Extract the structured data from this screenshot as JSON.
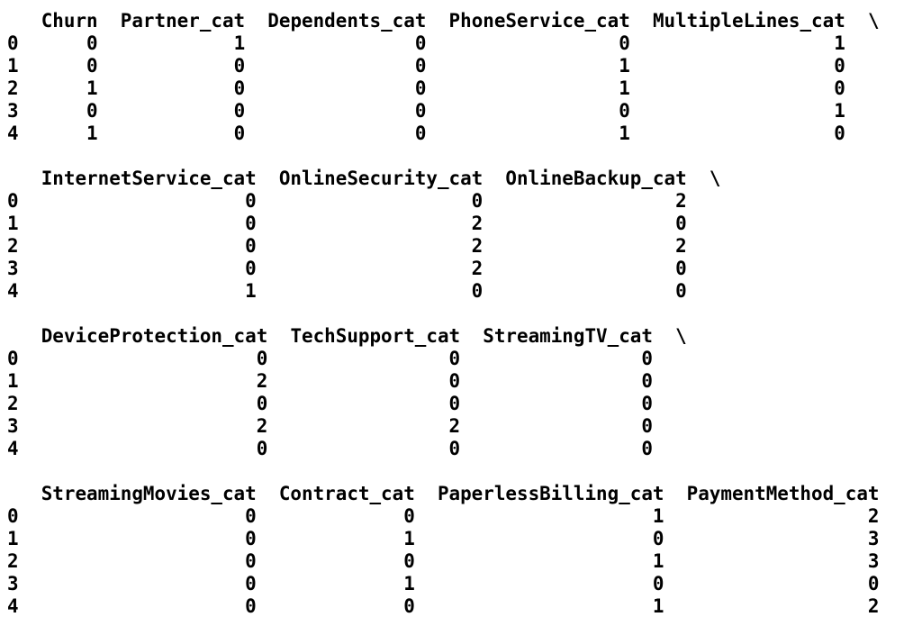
{
  "index": [
    "0",
    "1",
    "2",
    "3",
    "4"
  ],
  "continuation_marker": "\\",
  "blocks": [
    {
      "columns": [
        "Churn",
        "Partner_cat",
        "Dependents_cat",
        "PhoneService_cat",
        "MultipleLines_cat"
      ],
      "rows": [
        [
          "0",
          "1",
          "0",
          "0",
          "1"
        ],
        [
          "0",
          "0",
          "0",
          "1",
          "0"
        ],
        [
          "1",
          "0",
          "0",
          "1",
          "0"
        ],
        [
          "0",
          "0",
          "0",
          "0",
          "1"
        ],
        [
          "1",
          "0",
          "0",
          "1",
          "0"
        ]
      ],
      "continued": true
    },
    {
      "columns": [
        "InternetService_cat",
        "OnlineSecurity_cat",
        "OnlineBackup_cat"
      ],
      "rows": [
        [
          "0",
          "0",
          "2"
        ],
        [
          "0",
          "2",
          "0"
        ],
        [
          "0",
          "2",
          "2"
        ],
        [
          "0",
          "2",
          "0"
        ],
        [
          "1",
          "0",
          "0"
        ]
      ],
      "continued": true
    },
    {
      "columns": [
        "DeviceProtection_cat",
        "TechSupport_cat",
        "StreamingTV_cat"
      ],
      "rows": [
        [
          "0",
          "0",
          "0"
        ],
        [
          "2",
          "0",
          "0"
        ],
        [
          "0",
          "0",
          "0"
        ],
        [
          "2",
          "2",
          "0"
        ],
        [
          "0",
          "0",
          "0"
        ]
      ],
      "continued": true
    },
    {
      "columns": [
        "StreamingMovies_cat",
        "Contract_cat",
        "PaperlessBilling_cat",
        "PaymentMethod_cat"
      ],
      "rows": [
        [
          "0",
          "0",
          "1",
          "2"
        ],
        [
          "0",
          "1",
          "0",
          "3"
        ],
        [
          "0",
          "0",
          "1",
          "3"
        ],
        [
          "0",
          "1",
          "0",
          "0"
        ],
        [
          "0",
          "0",
          "1",
          "2"
        ]
      ],
      "continued": false
    }
  ]
}
